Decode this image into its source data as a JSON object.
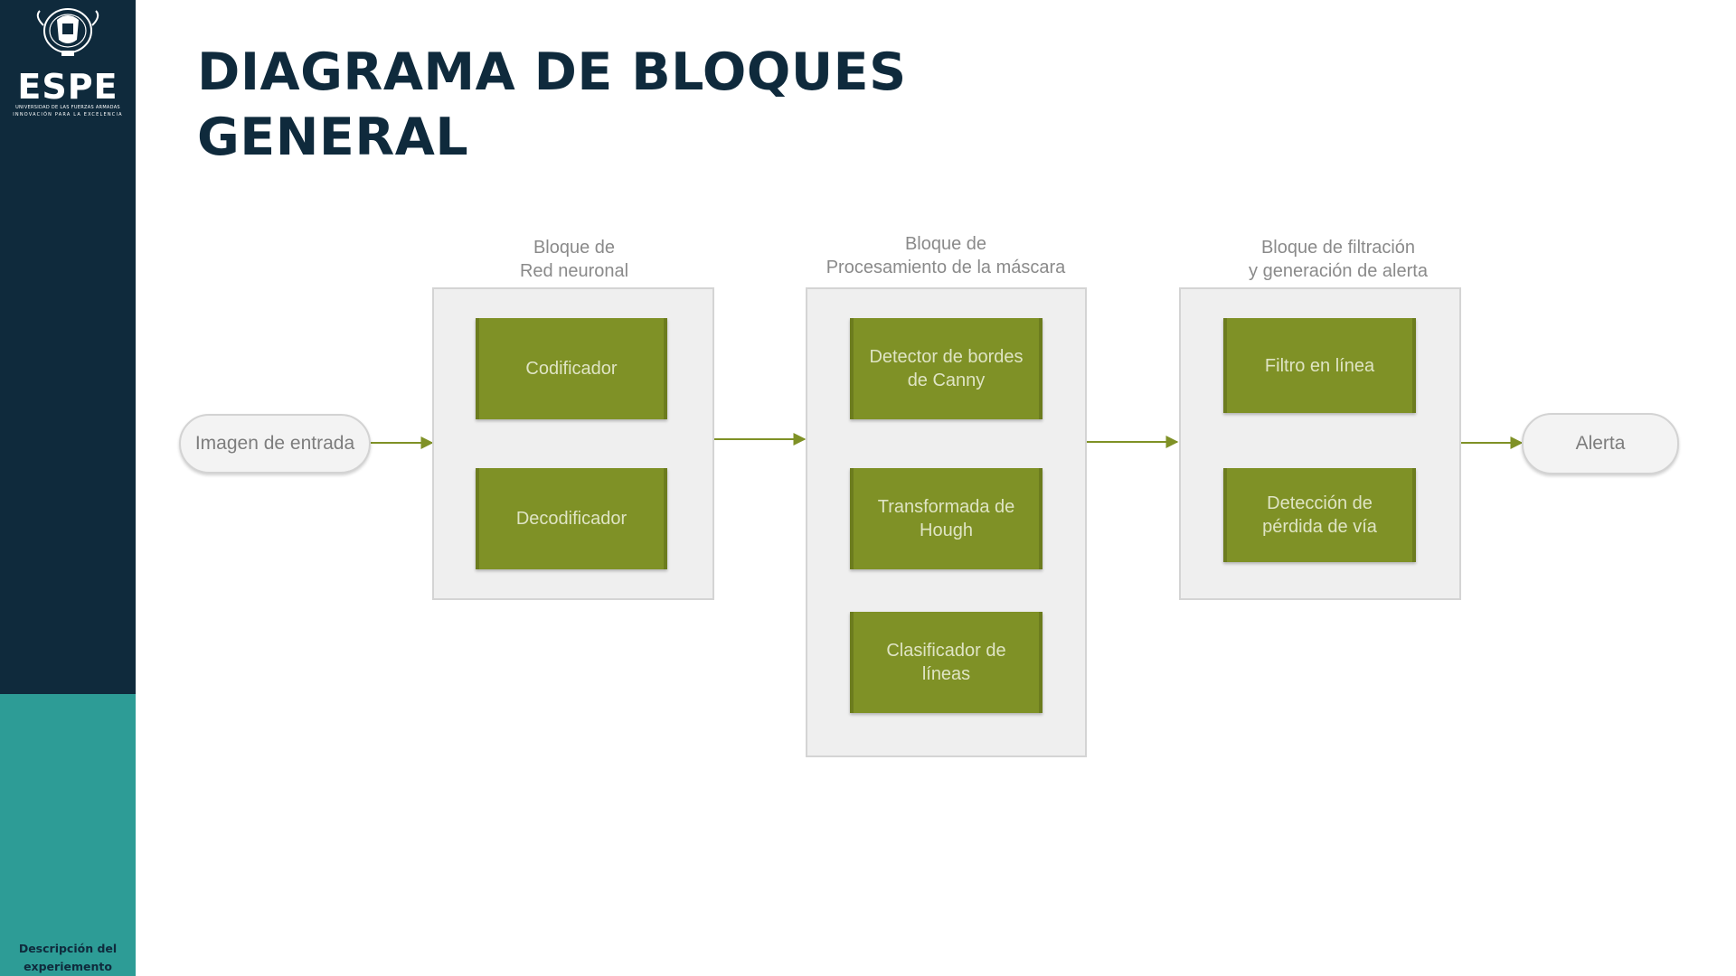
{
  "sidebar": {
    "logo": {
      "wordmark": "ESPE",
      "tagline_line1": "UNIVERSIDAD DE LAS FUERZAS ARMADAS",
      "tagline_line2": "INNOVACIÓN PARA LA EXCELENCIA"
    },
    "caption_line1": "Descripción del",
    "caption_line2": "experiemento"
  },
  "slide": {
    "title_line1": "DIAGRAMA DE BLOQUES",
    "title_line2": "GENERAL"
  },
  "diagram": {
    "input_label": "Imagen de entrada",
    "output_label": "Alerta",
    "groups": [
      {
        "label_lines": [
          "Bloque de",
          "Red neuronal"
        ],
        "blocks": [
          {
            "lines": [
              "Codificador"
            ]
          },
          {
            "lines": [
              "Decodificador"
            ]
          }
        ]
      },
      {
        "label_lines": [
          "Bloque de",
          "Procesamiento de la máscara"
        ],
        "blocks": [
          {
            "lines": [
              "Detector de bordes",
              "de Canny"
            ]
          },
          {
            "lines": [
              "Transformada de",
              "Hough"
            ]
          },
          {
            "lines": [
              "Clasificador de",
              "líneas"
            ]
          }
        ]
      },
      {
        "label_lines": [
          "Bloque de filtración",
          "y generación de alerta"
        ],
        "blocks": [
          {
            "lines": [
              "Filtro en línea"
            ]
          },
          {
            "lines": [
              "Detección de",
              "pérdida de vía"
            ]
          }
        ]
      }
    ]
  },
  "colors": {
    "sidebar_dark": "#0f2a3c",
    "sidebar_teal": "#2d9c96",
    "block_green": "#7f9126",
    "arrow_green": "#7f9126"
  }
}
